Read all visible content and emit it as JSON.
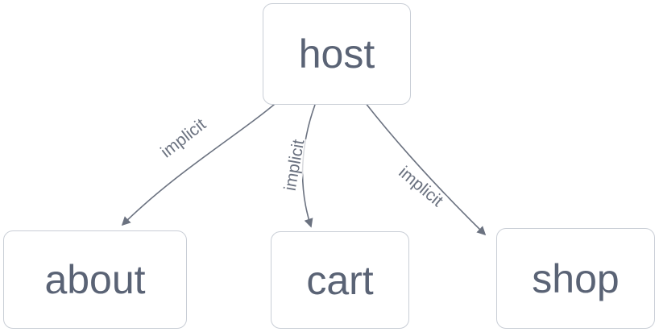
{
  "diagram": {
    "type": "flowchart",
    "nodes": [
      {
        "id": "host",
        "label": "host"
      },
      {
        "id": "about",
        "label": "about"
      },
      {
        "id": "cart",
        "label": "cart"
      },
      {
        "id": "shop",
        "label": "shop"
      }
    ],
    "edges": [
      {
        "from": "host",
        "to": "about",
        "label": "implicit"
      },
      {
        "from": "host",
        "to": "cart",
        "label": "implicit"
      },
      {
        "from": "host",
        "to": "shop",
        "label": "implicit"
      }
    ],
    "colors": {
      "node_fill": "#ffffff",
      "node_border": "#c9ced6",
      "node_text": "#5a6375",
      "edge": "#6b7280",
      "edge_label": "#6b7280"
    }
  }
}
